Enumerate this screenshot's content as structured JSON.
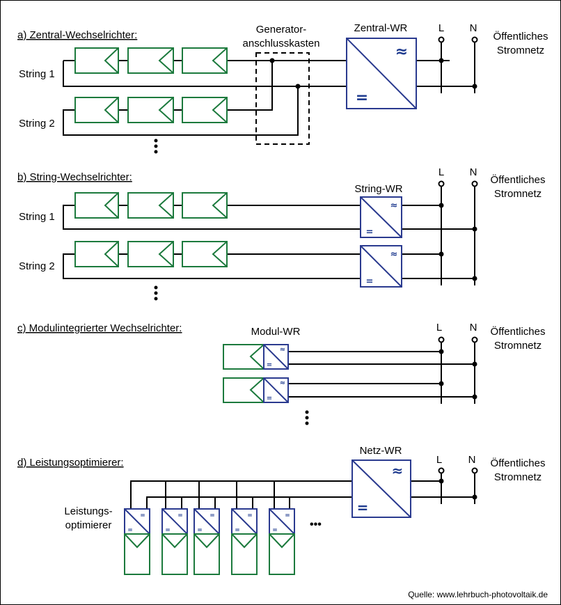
{
  "sections": {
    "a": {
      "title": "a) Zentral-Wechselrichter:",
      "string1": "String 1",
      "string2": "String 2",
      "combiner_line1": "Generator-",
      "combiner_line2": "anschlusskasten",
      "inverter": "Zentral-WR"
    },
    "b": {
      "title": "b) String-Wechselrichter:",
      "string1": "String 1",
      "string2": "String 2",
      "inverter": "String-WR"
    },
    "c": {
      "title": "c) Modulintegrierter Wechselrichter:",
      "inverter": "Modul-WR"
    },
    "d": {
      "title": "d) Leistungsoptimierer:",
      "optimizer_line1": "Leistungs-",
      "optimizer_line2": "optimierer",
      "inverter": "Netz-WR",
      "ellipsis": "•••"
    }
  },
  "grid": {
    "L": "L",
    "N": "N",
    "label_line1": "Öffentliches",
    "label_line2": "Stromnetz"
  },
  "symbols": {
    "ac": "≈",
    "dc": "="
  },
  "source": "Quelle: www.lehrbuch-photovoltaik.de",
  "colors": {
    "pv_module": "#1c7a3d",
    "inverter": "#2a3a8f",
    "wire": "#000000"
  }
}
